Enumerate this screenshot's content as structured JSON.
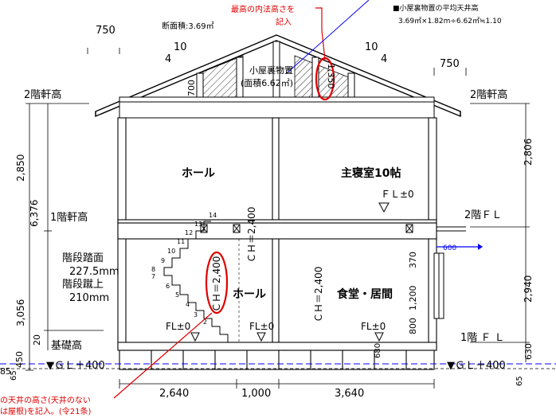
{
  "notes": {
    "max_height_note_l1": "最高の内法高さを",
    "max_height_note_l2": "記入",
    "attic_avg_title": "■小屋裏物置の平均天井高",
    "attic_avg_formula": "3.69㎡×1.82m÷6.62㎡≒1.10",
    "section_area": "断面積:3.69㎡",
    "ceiling_note_l1": "の天井の高さ(天井のない",
    "ceiling_note_l2": "は屋根)を記入。(令21条)"
  },
  "roof": {
    "pitch_left_top": "10",
    "pitch_left_bottom": "4",
    "pitch_right_top": "10",
    "pitch_right_bottom": "4",
    "attic_label_l1": "小屋裏物置",
    "attic_label_l2": "(面積6.62㎡)",
    "attic_height": "1,350",
    "truss_height": "700"
  },
  "dimensions": {
    "eave_left": "750",
    "eave_right": "750",
    "second_eave_left": "2階軒高",
    "second_eave_right": "2階軒高",
    "h_2850": "2,850",
    "h_6376": "6,376",
    "first_eave": "1階軒高",
    "h_3056": "3,056",
    "h_450": "450",
    "h_20": "20",
    "h_85": "85",
    "h_2806": "2,806",
    "second_fl": "2階ＦＬ",
    "h_2940": "2,940",
    "first_fl": "1階 Ｆ Ｌ",
    "h_630": "630",
    "h_65_left": "65",
    "h_65_right": "65",
    "win_600": "600",
    "win_370": "370",
    "win_1200": "1,200",
    "win_800": "800",
    "foundation_680": "680",
    "w_2640": "2,640",
    "w_1000": "1,000",
    "w_3640": "3,640"
  },
  "rooms": {
    "hall_upper": "ホール",
    "master_bedroom": "主寝室10帖",
    "ch_master": "ＣＨ＝2,400",
    "fl_master": "ＦＬ±0",
    "hall_lower": "ホール",
    "ch_hall": "ＣＨ＝2,400",
    "dining_living": "食堂・居間",
    "ch_dining": "ＣＨ＝2,400",
    "fl_stair": "FL±0",
    "fl_hall": "FL±0",
    "fl_dining": "FL±0"
  },
  "stairs": {
    "tread_label": "階段踏面",
    "tread_value": "227.5mm",
    "riser_label": "階段蹴上",
    "riser_value": "210mm",
    "steps": [
      "2",
      "3",
      "4",
      "5",
      "6",
      "7",
      "8",
      "9",
      "10",
      "11",
      "12",
      "13",
      "14"
    ]
  },
  "ground": {
    "foundation_height": "基礎高",
    "gl_left": "▼ＧＬ＋400",
    "gl_right": "▼ＧＬ＋400"
  },
  "colors": {
    "annotation": "#e00000",
    "blue_line": "#0000ff"
  }
}
